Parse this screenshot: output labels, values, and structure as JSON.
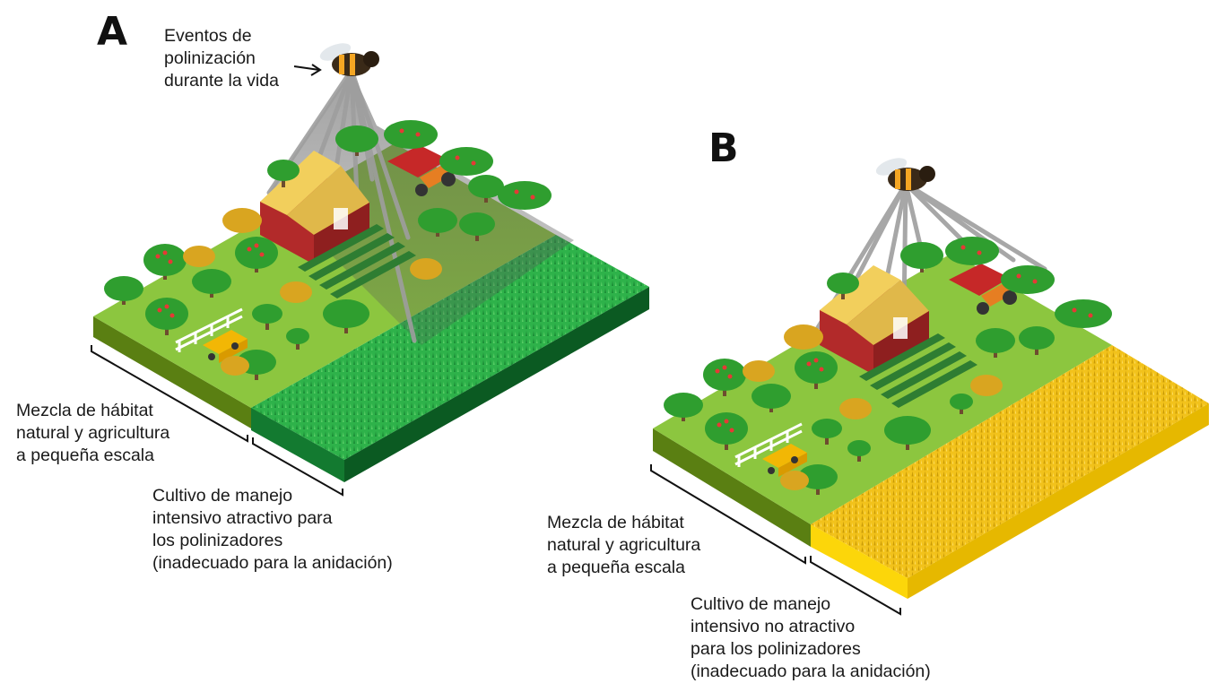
{
  "panels": {
    "a": {
      "letter": "A",
      "event_label": [
        "Eventos de",
        "polinización",
        "durante la vida"
      ],
      "habitat_label": [
        "Mezcla de hábitat",
        "natural y agricultura",
        "a pequeña escala"
      ],
      "crop_label": [
        "Cultivo de manejo",
        "intensivo atractivo para",
        "los polinizadores",
        "(inadecuado para la anidación)"
      ]
    },
    "b": {
      "letter": "B",
      "habitat_label": [
        "Mezcla de hábitat",
        "natural y agricultura",
        "a pequeña escala"
      ],
      "crop_label": [
        "Cultivo de manejo",
        "intensivo no atractivo",
        "para los polinizadores",
        "(inadecuado para la anidación)"
      ]
    }
  },
  "colors": {
    "grass_top": "#8cc63f",
    "grass_left": "#5a7f12",
    "grass_right": "#6e9a1a",
    "green_crop_top": "#2eb24a",
    "green_crop_side": "#137a30",
    "green_crop_dark": "#0b5a22",
    "yellow_crop_top": "#f2c21b",
    "yellow_crop_side": "#e6b800",
    "yellow_crop_front": "#fcd60a",
    "barn_red": "#b22a2a",
    "barn_roof": "#f2cf5c",
    "tree_green": "#2f9e2f",
    "apple_red": "#e53935",
    "autumn_tree": "#d9a520",
    "bee_body": "#3a2a18",
    "bee_stripe": "#f5a623",
    "beam_gray": "#9e9e9e"
  },
  "icons": [
    "bee-icon",
    "barn-icon",
    "tractor-icon",
    "truck-icon",
    "tree-icon",
    "apple-tree-icon",
    "fence-icon",
    "arrow-icon"
  ]
}
